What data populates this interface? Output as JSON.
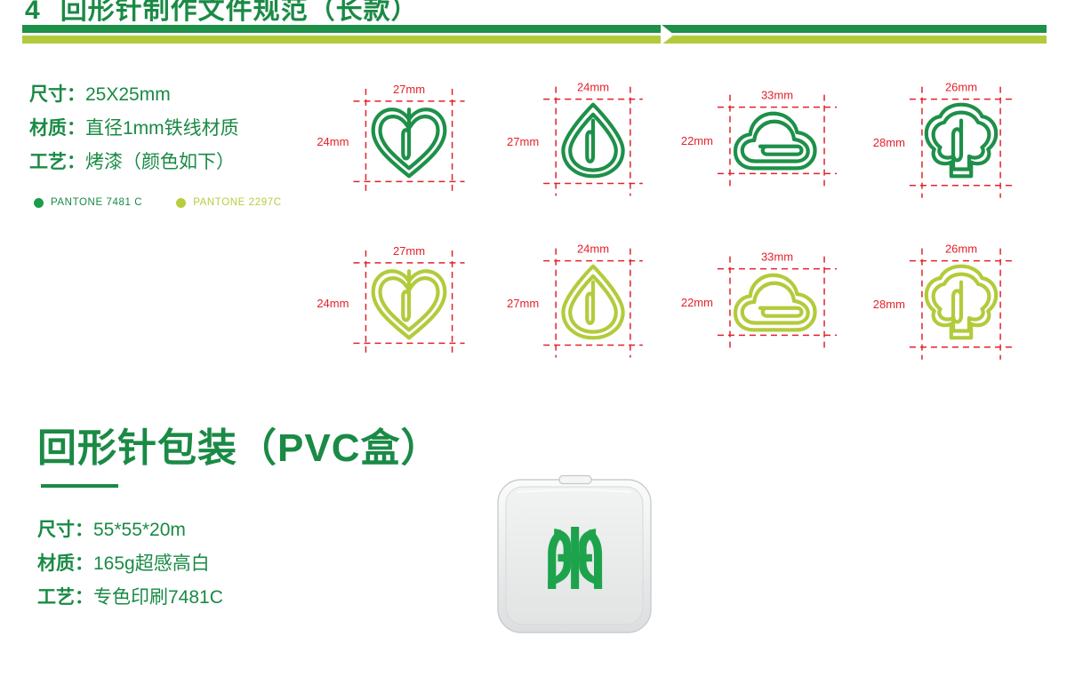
{
  "header": {
    "index": "4",
    "title": "回形针制作文件规范（长款）"
  },
  "colors": {
    "dark_green": "#1a8a45",
    "pantone_dark_dot": "#1a9c4a",
    "light_green": "#b2cb3c",
    "pantone_light_dot": "#b9cc3e",
    "dimension_red": "#e2222b",
    "box_body": "#e9eaea",
    "box_edge": "#c9cccd",
    "logo_green": "#1da34c"
  },
  "spec_top": {
    "lines": [
      {
        "key": "尺寸：",
        "value": "25X25mm"
      },
      {
        "key": "材质：",
        "value": "直径1mm铁线材质"
      },
      {
        "key": "工艺：",
        "value": "烤漆（颜色如下）"
      }
    ]
  },
  "pantone": [
    {
      "label": "PANTONE 7481 C",
      "color": "#1a9c4a"
    },
    {
      "label": "PANTONE 2297C",
      "color": "#b9cc3e"
    }
  ],
  "clips": [
    {
      "shape": "heart",
      "row": 0,
      "col": 0,
      "width_label": "27mm",
      "height_label": "24mm",
      "color": "dark"
    },
    {
      "shape": "droplet",
      "row": 0,
      "col": 1,
      "width_label": "24mm",
      "height_label": "27mm",
      "color": "dark"
    },
    {
      "shape": "cloud",
      "row": 0,
      "col": 2,
      "width_label": "33mm",
      "height_label": "22mm",
      "color": "dark"
    },
    {
      "shape": "tree",
      "row": 0,
      "col": 3,
      "width_label": "26mm",
      "height_label": "28mm",
      "color": "dark"
    },
    {
      "shape": "heart",
      "row": 1,
      "col": 0,
      "width_label": "27mm",
      "height_label": "24mm",
      "color": "light"
    },
    {
      "shape": "droplet",
      "row": 1,
      "col": 1,
      "width_label": "24mm",
      "height_label": "27mm",
      "color": "light"
    },
    {
      "shape": "cloud",
      "row": 1,
      "col": 2,
      "width_label": "33mm",
      "height_label": "22mm",
      "color": "light"
    },
    {
      "shape": "tree",
      "row": 1,
      "col": 3,
      "width_label": "26mm",
      "height_label": "28mm",
      "color": "light"
    }
  ],
  "section2": {
    "title": "回形针包装（PVC盒）",
    "lines": [
      {
        "key": "尺寸：",
        "value": "55*55*20m"
      },
      {
        "key": "材质：",
        "value": "165g超感高白"
      },
      {
        "key": "工艺：",
        "value": "专色印刷7481C"
      }
    ]
  },
  "pvc_box": {
    "name": "pvc-packaging-box",
    "logo_name": "sustech-logo"
  }
}
